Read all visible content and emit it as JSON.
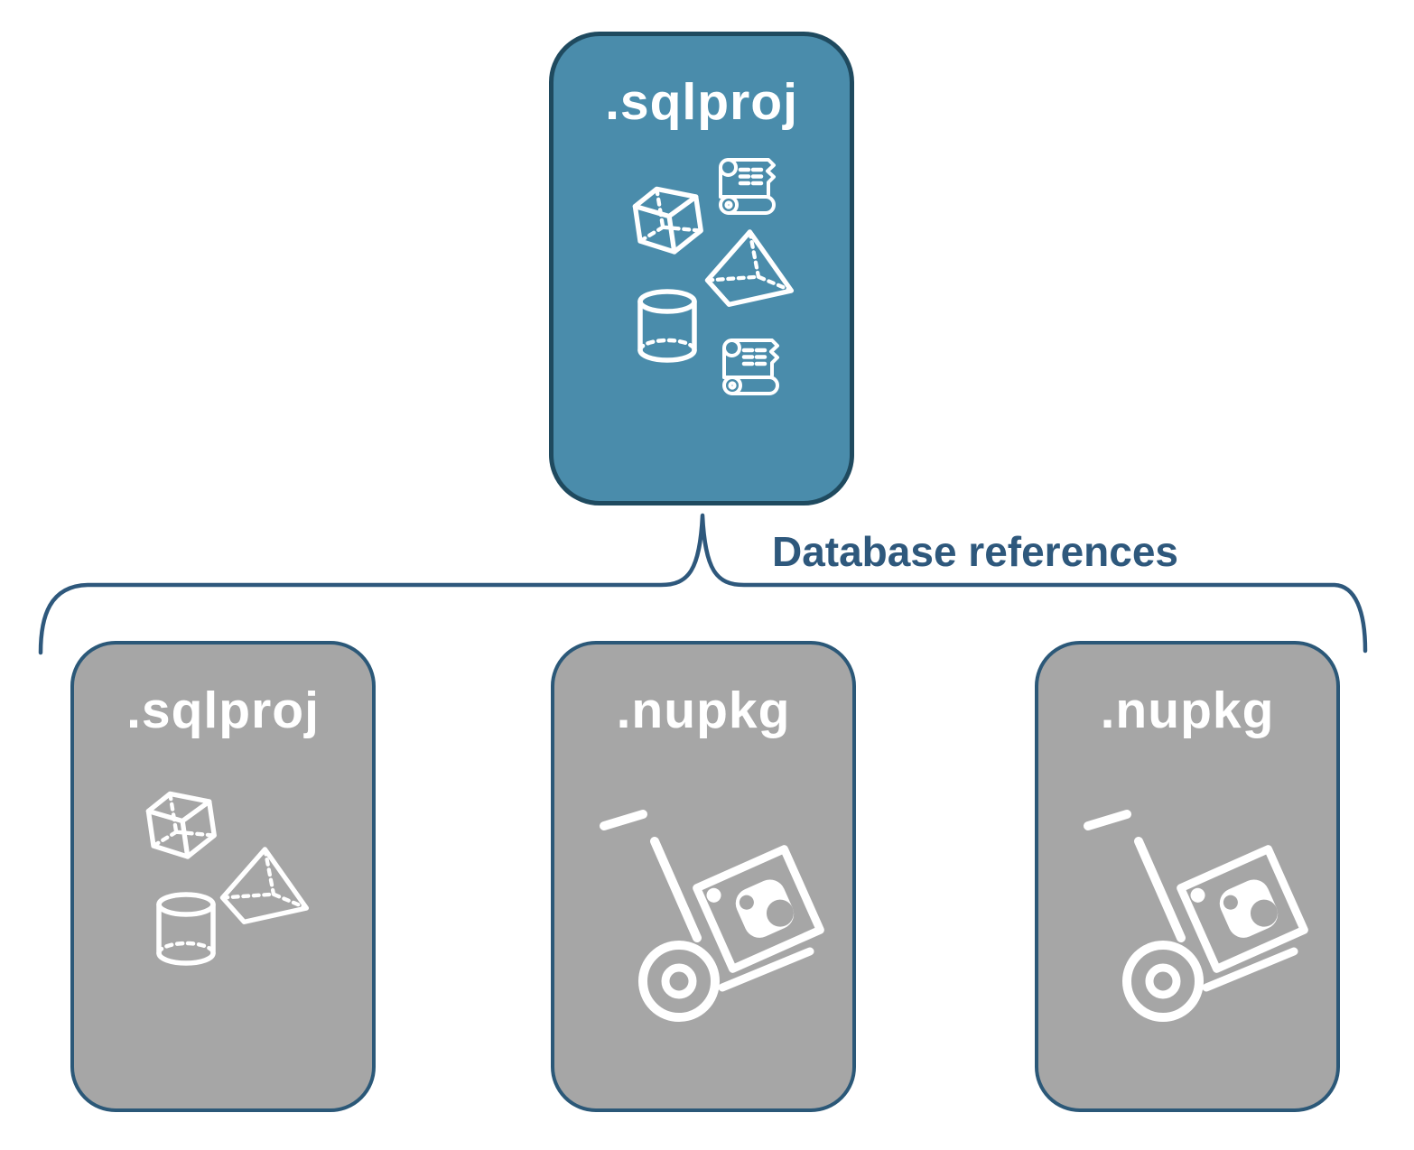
{
  "diagram": {
    "root_card": {
      "label": ".sqlproj",
      "icons": [
        "scroll-icon",
        "cube-icon",
        "pyramid-icon",
        "cylinder-icon",
        "scroll-icon"
      ]
    },
    "connector": {
      "label": "Database references",
      "shape": "downward-curly-brace"
    },
    "child_cards": [
      {
        "label": ".sqlproj",
        "icons": [
          "cube-icon",
          "pyramid-icon",
          "cylinder-icon"
        ]
      },
      {
        "label": ".nupkg",
        "icons": [
          "nuget-hand-truck-icon"
        ]
      },
      {
        "label": ".nupkg",
        "icons": [
          "nuget-hand-truck-icon"
        ]
      }
    ]
  },
  "colors": {
    "root-fill": "#4A8CAB",
    "root-border": "#1F4A5F",
    "child-fill": "#A6A6A6",
    "child-border": "#2B5878",
    "connector": "#2E587C",
    "icon": "#FFFFFF",
    "bg": "#FFFFFF"
  }
}
